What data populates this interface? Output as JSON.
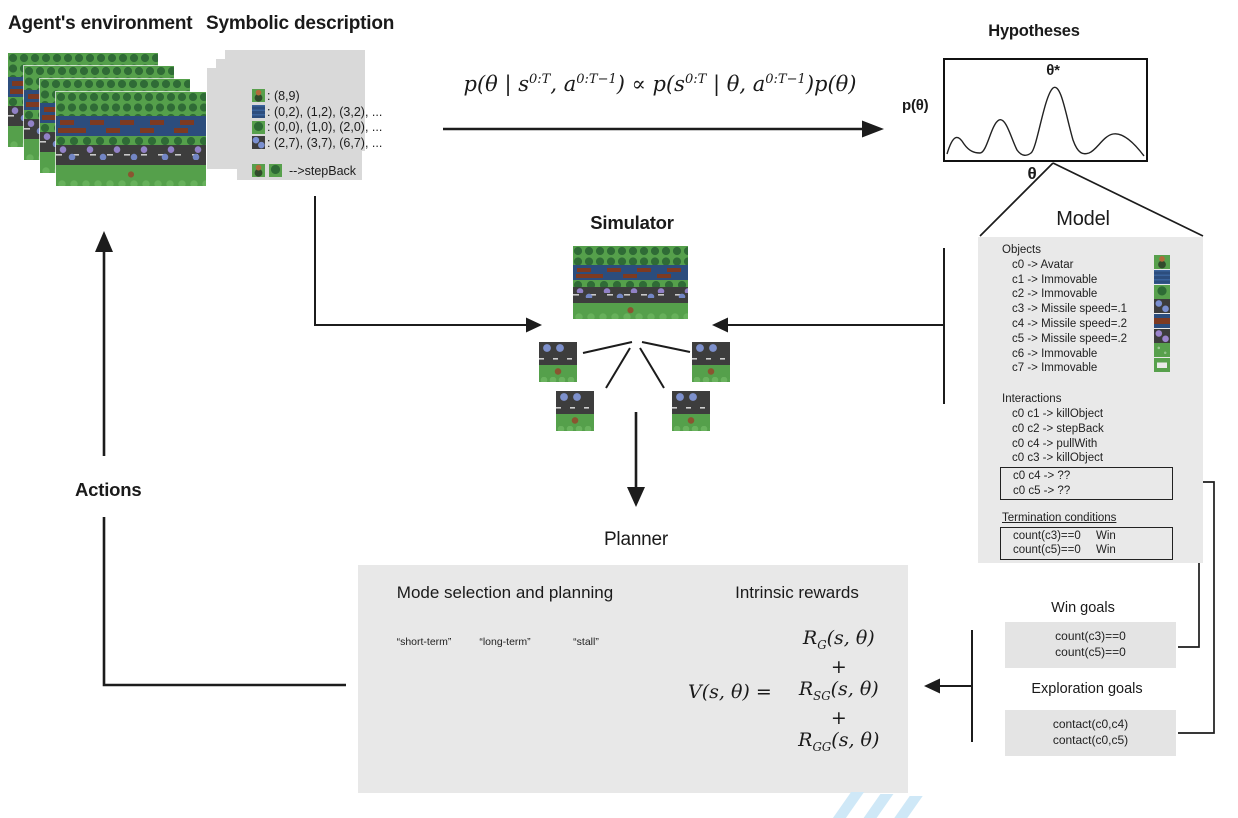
{
  "headers": {
    "agents_environment": "Agent's environment",
    "symbolic_description": "Symbolic description",
    "hypotheses": "Hypotheses",
    "simulator": "Simulator",
    "model": "Model",
    "planner": "Planner",
    "actions": "Actions",
    "win_goals": "Win goals",
    "exploration_goals": "Exploration goals"
  },
  "posterior": {
    "runs": [
      {
        "t": "p(θ | s"
      },
      {
        "sup": "0:T"
      },
      {
        "t": ", a"
      },
      {
        "sup": "0:T−1"
      },
      {
        "t": ") ∝ p(s"
      },
      {
        "sup": "0:T"
      },
      {
        "t": " | θ, a"
      },
      {
        "sup": "0:T−1"
      },
      {
        "t": ")p(θ)"
      }
    ]
  },
  "hypotheses_plot": {
    "peak_label": "θ*",
    "ylabel": "p(θ)",
    "xlabel": "θ"
  },
  "symbolic_card": {
    "rows": [
      {
        "icon": "avatar-sprite",
        "text": ": (8,9)"
      },
      {
        "icon": "water-sprite",
        "text": ": (0,2), (1,2), (3,2), ..."
      },
      {
        "icon": "tree-sprite",
        "text": ": (0,0), (1,0), (2,0), ..."
      },
      {
        "icon": "car-sprite",
        "text": ": (2,7), (3,7), (6,7), ..."
      }
    ],
    "action_text": "-->stepBack"
  },
  "model": {
    "objects_title": "Objects",
    "objects": [
      "c0 -> Avatar",
      "c1 -> Immovable",
      "c2 -> Immovable",
      "c3 -> Missile speed=.1",
      "c4 -> Missile speed=.2",
      "c5 -> Missile speed=.2",
      "c6 -> Immovable",
      "c7 -> Immovable"
    ],
    "interactions_title": "Interactions",
    "interactions": [
      "c0 c1 -> killObject",
      "c0 c2 -> stepBack",
      "c0 c4 -> pullWith",
      "c0 c3 -> killObject"
    ],
    "unknown_interactions": [
      "c0 c4 -> ??",
      "c0 c5 -> ??"
    ],
    "termination_title": "Termination conditions",
    "terminations": [
      {
        "condition": "count(c3)==0",
        "result": "Win"
      },
      {
        "condition": "count(c5)==0",
        "result": "Win"
      }
    ]
  },
  "goals": {
    "win": [
      "count(c3)==0",
      "count(c5)==0"
    ],
    "exploration": [
      "contact(c0,c4)",
      "contact(c0,c5)"
    ]
  },
  "planner": {
    "mode_title": "Mode selection and planning",
    "modes": [
      "“short-term”",
      "“long-term”",
      "“stall”"
    ],
    "rewards_title": "Intrinsic rewards",
    "value_lhs": "V(s, θ) =",
    "terms": [
      {
        "runs": [
          {
            "t": "R"
          },
          {
            "sub": "G"
          },
          {
            "t": "(s, θ)"
          }
        ]
      },
      {
        "runs": [
          {
            "t": "+"
          }
        ]
      },
      {
        "runs": [
          {
            "t": "R"
          },
          {
            "sub": "SG"
          },
          {
            "t": "(s, θ)"
          }
        ]
      },
      {
        "runs": [
          {
            "t": "+"
          }
        ]
      },
      {
        "runs": [
          {
            "t": "R"
          },
          {
            "sub": "GG"
          },
          {
            "t": "(s, θ)"
          }
        ]
      }
    ]
  }
}
